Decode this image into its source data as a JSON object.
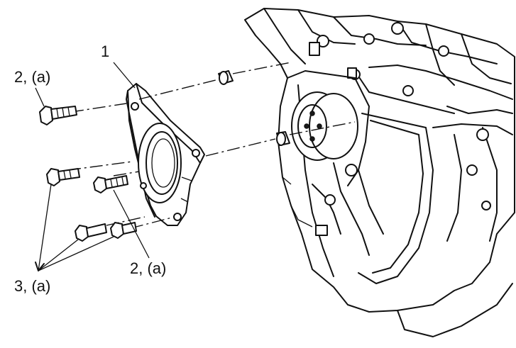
{
  "labels": {
    "part_1": "1",
    "part_2a_upper": "2, (a)",
    "part_2a_lower": "2, (a)",
    "part_3a": "3, (a)"
  }
}
